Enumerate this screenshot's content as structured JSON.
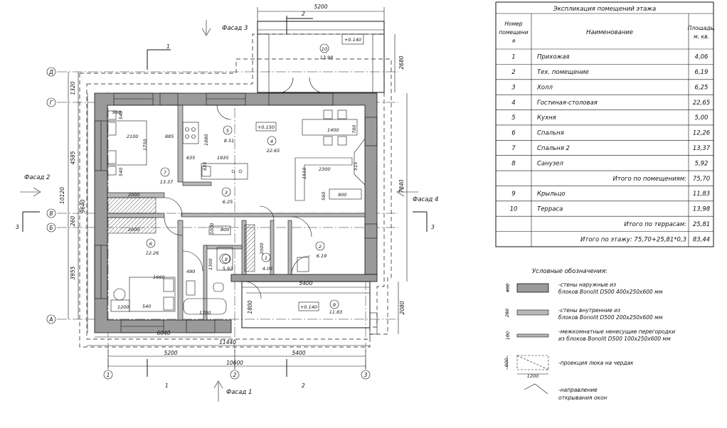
{
  "explication": {
    "title": "Экспликация помещений этажа",
    "headers": {
      "num": "Номер помещения",
      "name": "Наименование",
      "area": "Площадь, м. кв."
    },
    "rows": [
      {
        "num": "1",
        "name": "Прихожая",
        "area": "4,06"
      },
      {
        "num": "2",
        "name": "Тех. помещение",
        "area": "6,19"
      },
      {
        "num": "3",
        "name": "Холл",
        "area": "6,25"
      },
      {
        "num": "4",
        "name": "Гостиная-столовая",
        "area": "22,65"
      },
      {
        "num": "5",
        "name": "Кухня",
        "area": "5,00"
      },
      {
        "num": "6",
        "name": "Спальня",
        "area": "12,26"
      },
      {
        "num": "7",
        "name": "Спальня 2",
        "area": "13,37"
      },
      {
        "num": "8",
        "name": "Санузел",
        "area": "5,92"
      },
      {
        "num": "",
        "name": "Итого по помещениям:",
        "area": "75,70"
      },
      {
        "num": "9",
        "name": "Крыльцо",
        "area": "11,83"
      },
      {
        "num": "10",
        "name": "Терраса",
        "area": "13,98"
      },
      {
        "num": "",
        "name": "Итого по террасам:",
        "area": "25,81"
      },
      {
        "num": "",
        "name": "Итого по этажу: 75,70+25,81*0,3",
        "area": "83,44"
      }
    ]
  },
  "legend": {
    "title": "Условные обозначения:",
    "items": [
      {
        "dim": "400",
        "line1": "-стены наружные из",
        "line2": "блоков Bonolit D500 400х250х600 мм"
      },
      {
        "dim": "250",
        "line1": "-стены внутренние из",
        "line2": "блоков Bonolit D500 200х250х600 мм"
      },
      {
        "dim": "100",
        "line1": "-межкомнатные ненесущие перегородки",
        "line2": "из блоков Bonolit D500 100х250х600 мм"
      },
      {
        "dim": "600",
        "dim2": "1200",
        "line1": "-проекция люка на чердак",
        "line2": ""
      },
      {
        "dim": "",
        "line1": "-направление",
        "line2": "открывания окон"
      }
    ]
  },
  "plan": {
    "facades": {
      "f1": "Фасад 1",
      "f2": "Фасад 2",
      "f3": "Фасад 3",
      "f4": "Фасад 4"
    },
    "axes_letters": {
      "d": "Д",
      "g": "Г",
      "v": "В",
      "b": "Б",
      "a": "А"
    },
    "axes_numbers": {
      "n1": "1",
      "n2": "2",
      "n3": "3"
    },
    "section_marks": {
      "s1": "1",
      "s2": "2",
      "s3": "3"
    },
    "dims_top": {
      "terrace_width": "5200",
      "terrace_depth": "2680"
    },
    "dims_left": {
      "d1320": "1320",
      "d4585": "4585",
      "d10120": "10120",
      "d9640": "9640",
      "d260": "260",
      "d3955": "3955"
    },
    "dims_right": {
      "d7840": "7840",
      "d2080": "2080"
    },
    "dims_bottom": {
      "d6040": "6040",
      "d11440": "11440",
      "d5200": "5200",
      "d5400": "5400",
      "d10600": "10600",
      "porch_width": "5400",
      "porch_depth": "1800"
    },
    "levels": {
      "terrace": "+0.140",
      "living": "+0.150",
      "porch": "+0.140"
    },
    "rooms": {
      "r1": {
        "num": "1",
        "area": "4.06"
      },
      "r2": {
        "num": "2",
        "area": "6.19"
      },
      "r3": {
        "num": "3",
        "area": "6.25"
      },
      "r4": {
        "num": "4",
        "area": "22.65"
      },
      "r5": {
        "num": "5",
        "area": "8.51"
      },
      "r6": {
        "num": "6",
        "area": "12.26"
      },
      "r7": {
        "num": "7",
        "area": "13.37"
      },
      "r8": {
        "num": "8",
        "area": "5.92"
      },
      "r9": {
        "num": "9",
        "area": "11.83"
      },
      "r10": {
        "num": "10",
        "area": "13.98"
      }
    },
    "inner_dims": {
      "a980": "980",
      "a540": "540",
      "a2100": "2100",
      "a885": "885",
      "a1750": "1750",
      "a635": "635",
      "a1880": "1880",
      "a1935": "1935",
      "a1400": "1400",
      "a780": "780",
      "a1510": "1510",
      "a2300": "2300",
      "a515": "515",
      "a900": "900",
      "a560": "560",
      "a2000": "2000",
      "a1000": "1000",
      "a1300": "1300",
      "a490": "490",
      "a1660": "1660",
      "a1200": "1200",
      "a1700": "1700",
      "a800": "800"
    }
  }
}
